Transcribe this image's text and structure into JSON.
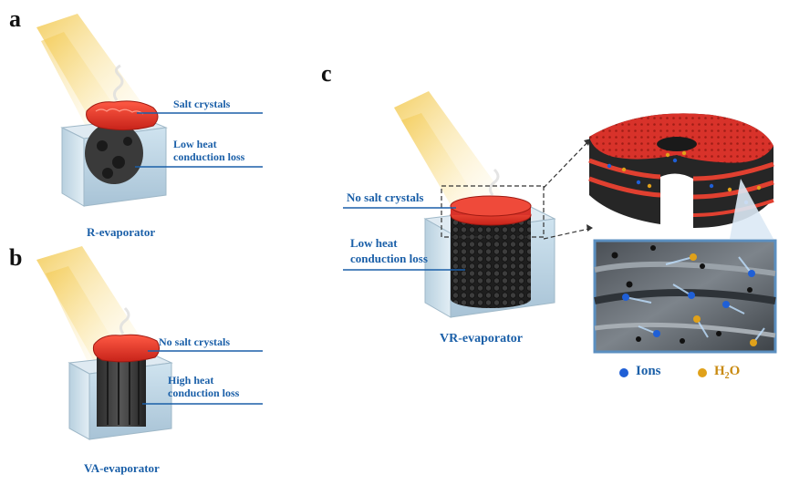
{
  "panels": {
    "a": {
      "letter": "a",
      "label_top": "Salt crystals",
      "label_bottom_1": "Low heat",
      "label_bottom_2": "conduction loss",
      "caption": "R-evaporator"
    },
    "b": {
      "letter": "b",
      "label_top": "No salt crystals",
      "label_bottom_1": "High heat",
      "label_bottom_2": "conduction loss",
      "caption": "VA-evaporator"
    },
    "c": {
      "letter": "c",
      "label_top": "No salt crystals",
      "label_bottom_1": "Low heat",
      "label_bottom_2": "conduction loss",
      "caption": "VR-evaporator"
    }
  },
  "legend": {
    "ions_label": "Ions",
    "water_label_main": "H",
    "water_label_sub": "2",
    "water_label_end": "O"
  },
  "colors": {
    "label_blue": "#1a5fa8",
    "salt_red": "#e23a2c",
    "ion_blue": "#1f5fd6",
    "water_gold": "#e0a11a"
  }
}
